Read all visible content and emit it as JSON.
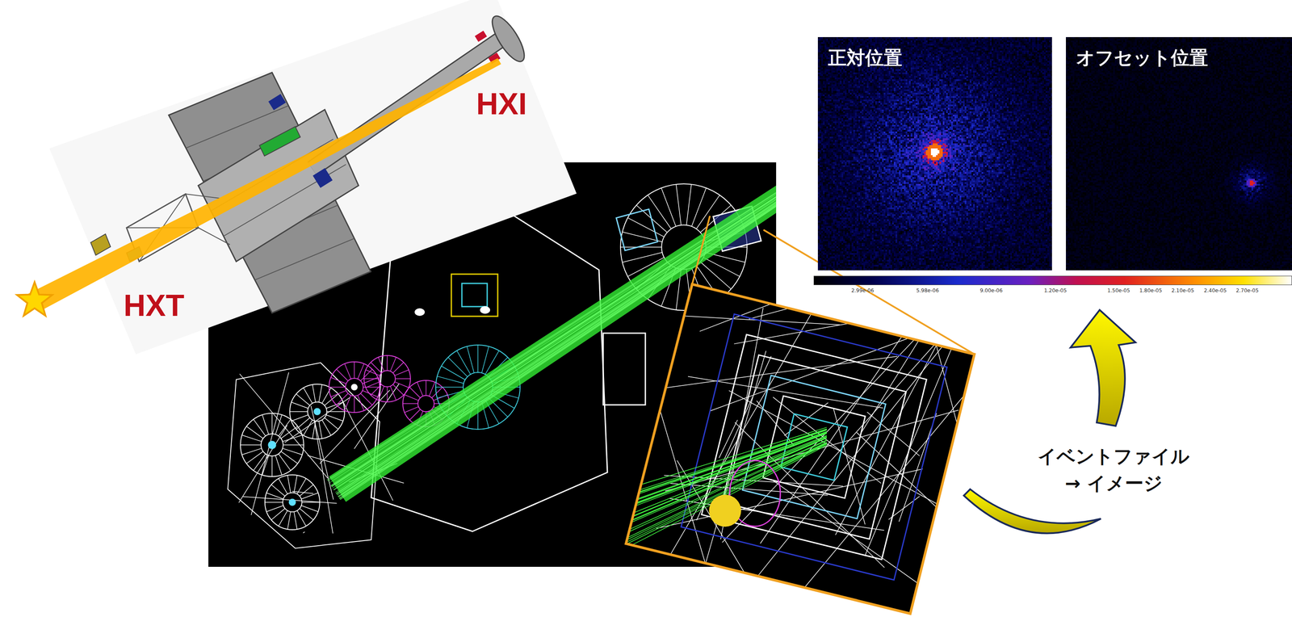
{
  "diagram": {
    "nodes": [
      {
        "text": [
          "正対位置"
        ]
      },
      {
        "text": [
          "オフセット位置"
        ]
      }
    ],
    "labels": [
      "HXI",
      "HXT",
      "イベントファイル → イメージ",
      "2.99e-06",
      "5.98e-06",
      "9.00e-06",
      "1.20e-05",
      "1.50e-05",
      "1.80e-05",
      "2.10e-05",
      "2.40e-05",
      "2.70e-05"
    ]
  }
}
